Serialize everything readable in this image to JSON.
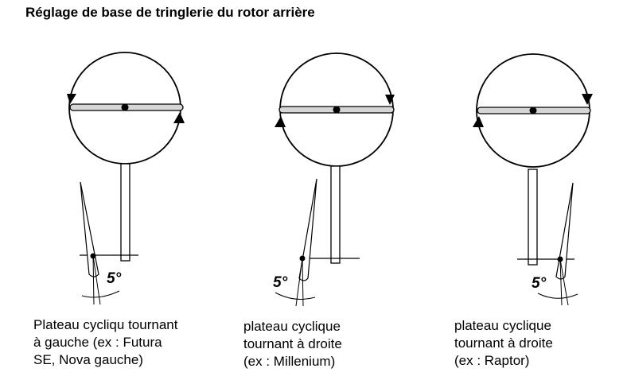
{
  "title": "Réglage de base de tringlerie du rotor arrière",
  "panels": [
    {
      "angle": "5°",
      "rotation": "counterclockwise",
      "caption": [
        "Plateau cycliqu tournant",
        "à gauche (ex : Futura",
        "SE, Nova gauche)"
      ]
    },
    {
      "angle": "5°",
      "rotation": "clockwise",
      "caption": [
        "plateau cyclique",
        "tournant à droite",
        "(ex : Millenium)"
      ]
    },
    {
      "angle": "5°",
      "rotation": "clockwise",
      "caption": [
        "plateau cyclique",
        "tournant à droite",
        "(ex : Raptor)"
      ]
    }
  ]
}
